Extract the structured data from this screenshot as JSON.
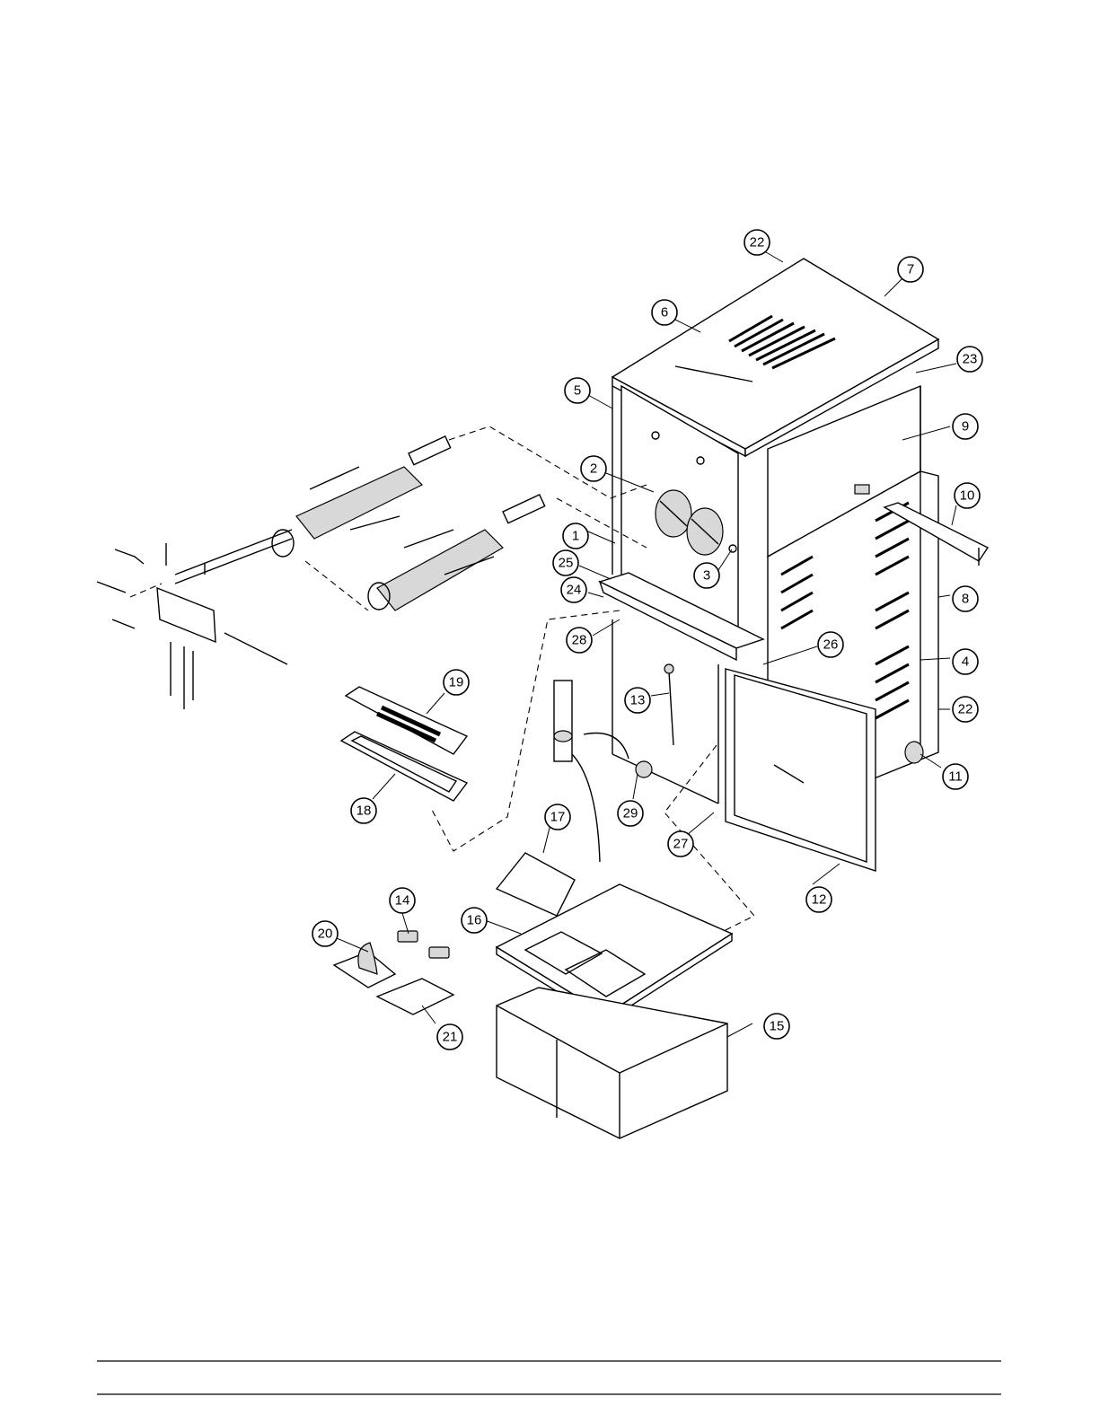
{
  "diagram": {
    "callouts": [
      {
        "label": "1"
      },
      {
        "label": "2"
      },
      {
        "label": "3"
      },
      {
        "label": "4"
      },
      {
        "label": "5"
      },
      {
        "label": "6"
      },
      {
        "label": "7"
      },
      {
        "label": "8"
      },
      {
        "label": "9"
      },
      {
        "label": "10"
      },
      {
        "label": "11"
      },
      {
        "label": "12"
      },
      {
        "label": "13"
      },
      {
        "label": "14"
      },
      {
        "label": "15"
      },
      {
        "label": "16"
      },
      {
        "label": "17"
      },
      {
        "label": "18"
      },
      {
        "label": "19"
      },
      {
        "label": "20"
      },
      {
        "label": "21"
      },
      {
        "label": "22"
      },
      {
        "label": "22"
      },
      {
        "label": "23"
      },
      {
        "label": "24"
      },
      {
        "label": "25"
      },
      {
        "label": "26"
      },
      {
        "label": "27"
      },
      {
        "label": "28"
      },
      {
        "label": "29"
      }
    ]
  }
}
